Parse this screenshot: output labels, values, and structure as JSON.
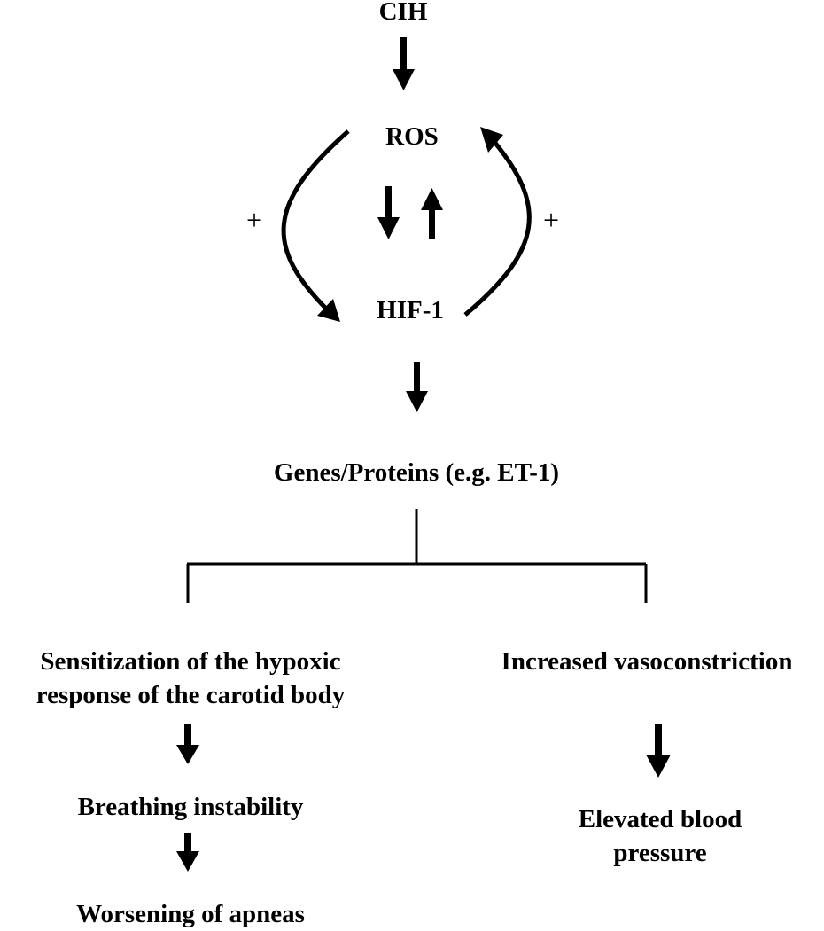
{
  "nodes": {
    "cih": "CIH",
    "ros": "ROS",
    "hif1": "HIF-1",
    "genes": "Genes/Proteins (e.g. ET-1)",
    "sensitization_line1": "Sensitization of the hypoxic",
    "sensitization_line2": "response of the carotid body",
    "vasoconstriction": "Increased vasoconstriction",
    "breathing": "Breathing instability",
    "apneas": "Worsening of apneas",
    "blood_line1": "Elevated blood",
    "blood_line2": "pressure"
  },
  "signs": {
    "left": "+",
    "right": "+"
  },
  "colors": {
    "ink": "#000000",
    "background": "#ffffff"
  }
}
